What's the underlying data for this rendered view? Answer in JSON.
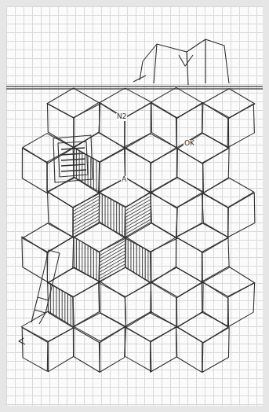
{
  "diagram": {
    "labels": [
      "N2",
      "A",
      "OK"
    ]
  }
}
